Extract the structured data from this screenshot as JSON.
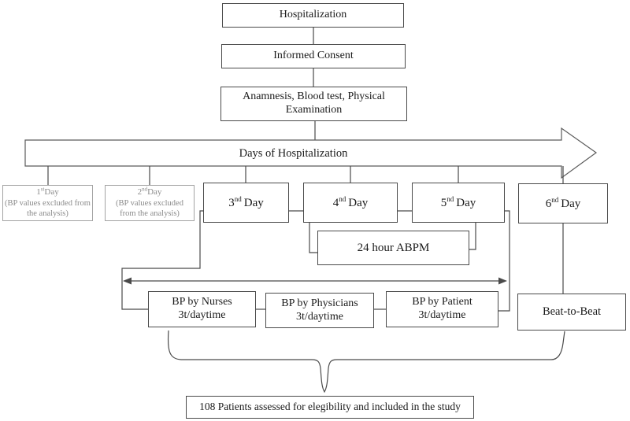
{
  "flow": {
    "hospitalization": "Hospitalization",
    "informed_consent": "Informed Consent",
    "anamnesis": "Anamnesis, Blood test, Physical Examination",
    "timeline_label": "Days of Hospitalization"
  },
  "days": [
    {
      "num": "1",
      "suffix": "st",
      "word": "Day",
      "note": "(BP values excluded from the analysis)",
      "excluded": true
    },
    {
      "num": "2",
      "suffix": "nd",
      "word": "Day",
      "note": "(BP values excluded from the analysis)",
      "excluded": true
    },
    {
      "num": "3",
      "suffix": "nd",
      "word": "Day",
      "excluded": false
    },
    {
      "num": "4",
      "suffix": "nd",
      "word": "Day",
      "excluded": false
    },
    {
      "num": "5",
      "suffix": "nd",
      "word": "Day",
      "excluded": false
    },
    {
      "num": "6",
      "suffix": "nd",
      "word": "Day",
      "excluded": false
    }
  ],
  "abpm_label": "24 hour ABPM",
  "measurements": [
    {
      "line1": "BP by Nurses",
      "line2": "3t/daytime"
    },
    {
      "line1": "BP by Physicians",
      "line2": "3t/daytime"
    },
    {
      "line1": "BP by Patient",
      "line2": "3t/daytime"
    }
  ],
  "beat_to_beat": "Beat-to-Beat",
  "conclusion": "108 Patients assessed for elegibility and included in the study",
  "colors": {
    "background": "#ffffff",
    "line": "#4a4a4a",
    "muted_border": "#a3a3a3",
    "muted_text": "#8a8a8a",
    "text": "#1a1a1a"
  }
}
